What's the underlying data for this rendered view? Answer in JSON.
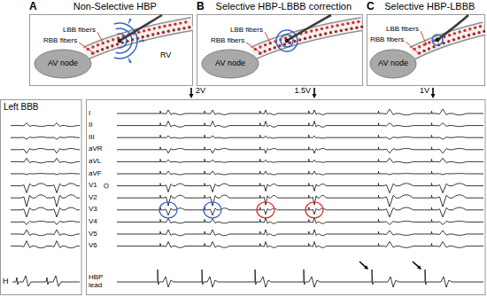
{
  "diagram": {
    "nodes": [
      {
        "text": [
          "A",
          "Non-Selective HBP"
        ]
      },
      {
        "text": [
          "AV node"
        ],
        "in": 0
      },
      {
        "text": [
          "B",
          "Selective HBP-LBBB correction"
        ]
      },
      {
        "text": [
          "AV node"
        ],
        "in": 2
      },
      {
        "text": [
          "C",
          "Selective HBP-LBBB"
        ]
      },
      {
        "text": [
          "AV node"
        ],
        "in": 4
      }
    ],
    "labels": [
      "LBB fibers",
      "RBB fibers",
      "RV",
      "LBB fibers",
      "RBB fibers",
      "LBB fibers",
      "RBB fibers",
      "2V",
      "1.5V",
      "1V",
      "Left BBB",
      "I",
      "II",
      "III",
      "aVR",
      "aVL",
      "aVF",
      "V1",
      "V2",
      "V3",
      "V4",
      "V5",
      "V6",
      "H",
      "HBP lead"
    ]
  }
}
